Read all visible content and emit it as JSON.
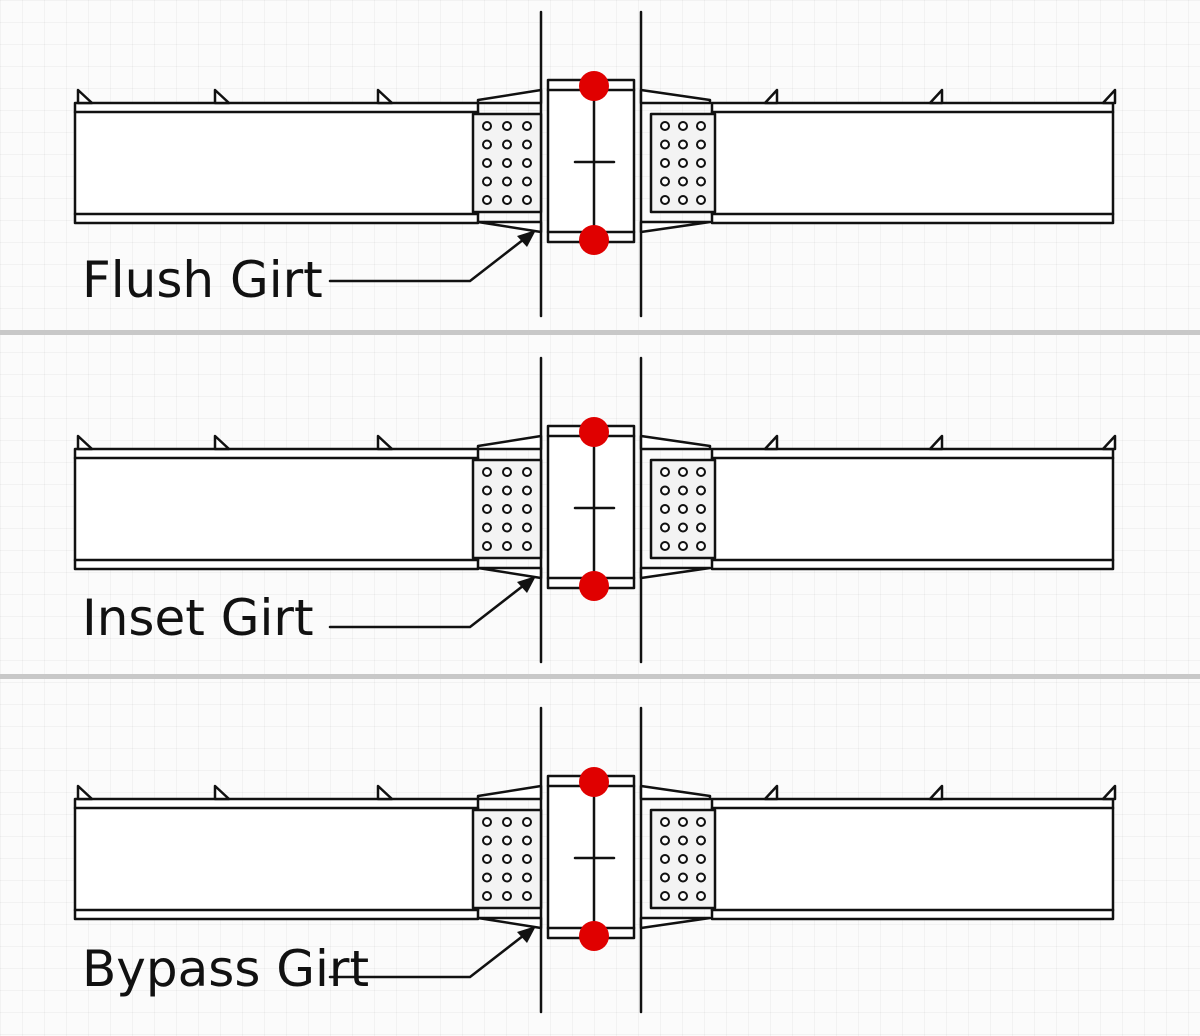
{
  "colors": {
    "line": "#111111",
    "plate": "#f3f3f3",
    "bolt_marker": "#e00000",
    "divider": "#c8c8c8"
  },
  "panels": [
    {
      "label": "Flush Girt"
    },
    {
      "label": "Inset Girt"
    },
    {
      "label": "Bypass Girt"
    }
  ]
}
